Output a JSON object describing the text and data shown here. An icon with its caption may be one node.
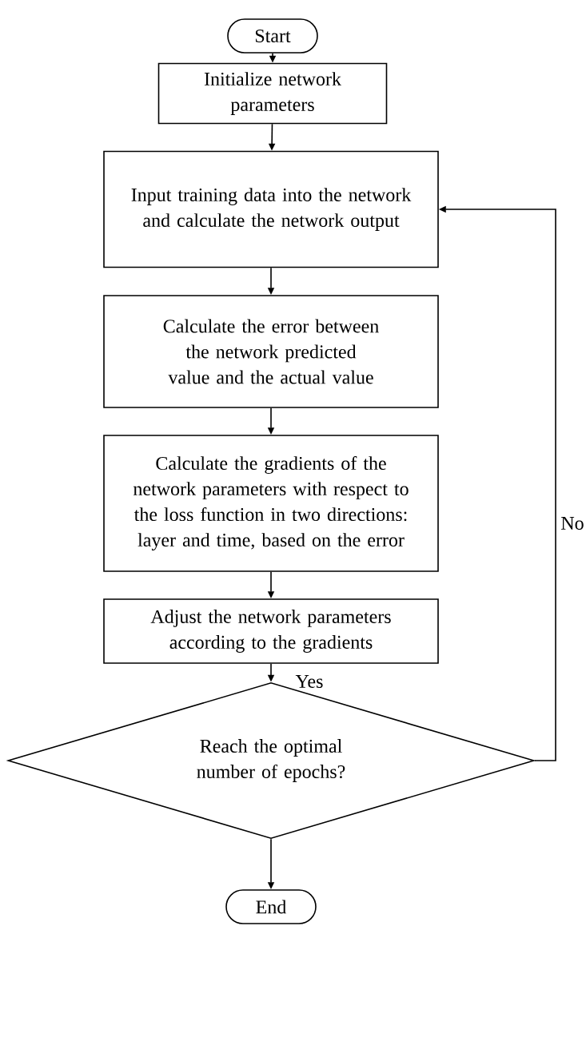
{
  "diagram": {
    "nodes": [
      {
        "text": [
          "Start"
        ]
      },
      {
        "text": [
          "Initialize network parameters"
        ]
      },
      {
        "text": [
          "Input training data into the network and calculate the network output"
        ]
      },
      {
        "text": [
          "Calculate the error between the network predicted value and the actual value"
        ]
      },
      {
        "text": [
          "Calculate the gradients of the network parameters with respect to the loss function in two directions: layer and time, based on the error"
        ]
      },
      {
        "text": [
          "Adjust the network parameters according to the gradients"
        ]
      },
      {
        "text": [
          "Reach the optimal number of epochs?"
        ]
      },
      {
        "text": [
          "End"
        ]
      }
    ],
    "edges": [
      {
        "from": 0,
        "to": 1,
        "arrow": "to"
      },
      {
        "from": 1,
        "to": 2,
        "arrow": "to"
      },
      {
        "from": 2,
        "to": 3,
        "arrow": "to"
      },
      {
        "from": 3,
        "to": 4,
        "arrow": "to"
      },
      {
        "from": 4,
        "to": 5,
        "arrow": "to"
      },
      {
        "from": 5,
        "to": 6,
        "arrow": "to",
        "label": "Yes"
      },
      {
        "from": 6,
        "to": 7,
        "arrow": "to"
      },
      {
        "from": 6,
        "to": 2,
        "arrow": "to",
        "label": "No"
      }
    ]
  }
}
